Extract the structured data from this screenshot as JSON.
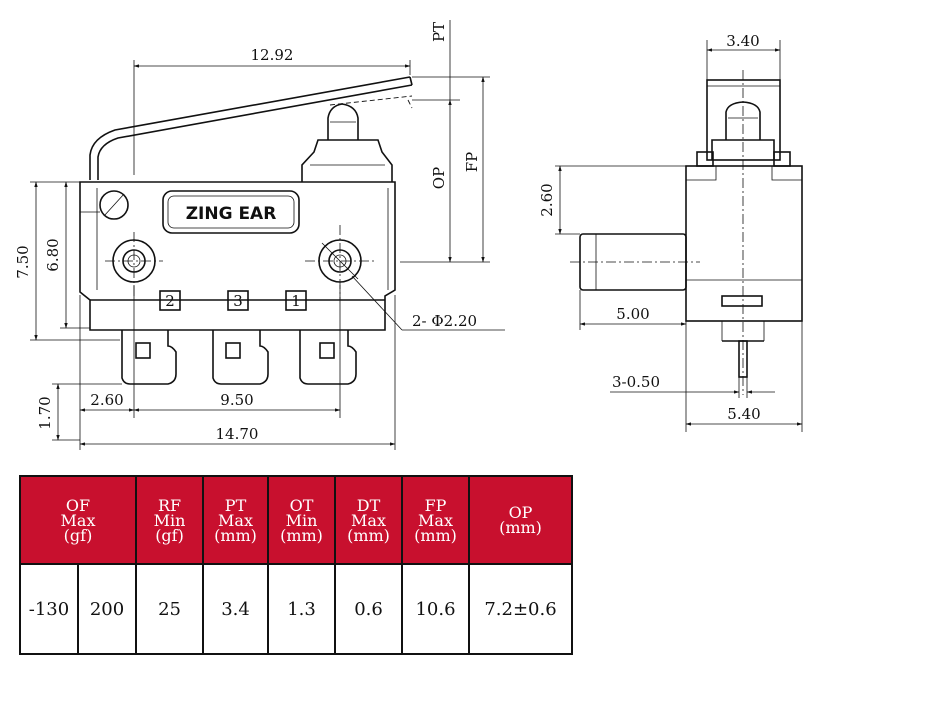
{
  "diagram": {
    "brand": "ZING EAR",
    "terminal_labels": [
      "2",
      "3",
      "1"
    ],
    "dims": {
      "overall_lever": "12.92",
      "pt": "PT",
      "op": "OP",
      "fp": "FP",
      "height_total": "7.50",
      "height_body": "6.80",
      "terminal_offset": "1.70",
      "hole_offset": "2.60",
      "hole_spacing": "9.50",
      "body_length": "14.70",
      "hole_dia": "2- Φ2.20",
      "side_width_top": "3.40",
      "side_height": "2.60",
      "side_tab": "5.00",
      "terminal_width": "3-0.50",
      "side_width_bottom": "5.40"
    }
  },
  "table": {
    "headers": [
      [
        "OF",
        "Max",
        "(gf)"
      ],
      [
        "RF",
        "Min",
        "(gf)"
      ],
      [
        "PT",
        "Max",
        "(mm)"
      ],
      [
        "OT",
        "Min",
        "(mm)"
      ],
      [
        "DT",
        "Max",
        "(mm)"
      ],
      [
        "FP",
        "Max",
        "(mm)"
      ],
      [
        "OP",
        "(mm)"
      ]
    ],
    "values": [
      "-130",
      "200",
      "25",
      "3.4",
      "1.3",
      "0.6",
      "10.6",
      "7.2±0.6"
    ]
  }
}
